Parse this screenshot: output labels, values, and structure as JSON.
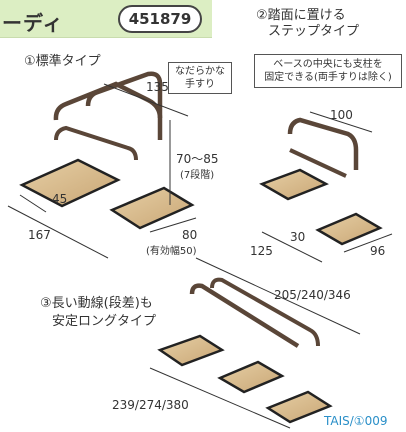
{
  "title": {
    "name_fragment": "ーディ",
    "model_code": "451879"
  },
  "types": {
    "standard": {
      "label": "①標準タイプ",
      "callout": [
        "なだらかな",
        "手すり"
      ],
      "dims": {
        "width_top": "135",
        "height": "70～85",
        "height_steps": "(7段階)",
        "base_depth": "45",
        "length": "167",
        "base_width": "80",
        "effective_width": "(有効幅50)"
      }
    },
    "step": {
      "label_line1": "②踏面に置ける",
      "label_line2": "ステップタイプ",
      "callout": [
        "ベースの中央にも支柱を",
        "固定できる(両手すりは除く)"
      ],
      "dims": {
        "width": "100",
        "base_len": "30",
        "length": "125",
        "base_width": "96"
      }
    },
    "long": {
      "label_line1": "③長い動線(段差)も",
      "label_line2": "安定ロングタイプ",
      "dims": {
        "widths": "205/240/346",
        "lengths": "239/274/380"
      }
    }
  },
  "footer": "TAIS/①009"
}
